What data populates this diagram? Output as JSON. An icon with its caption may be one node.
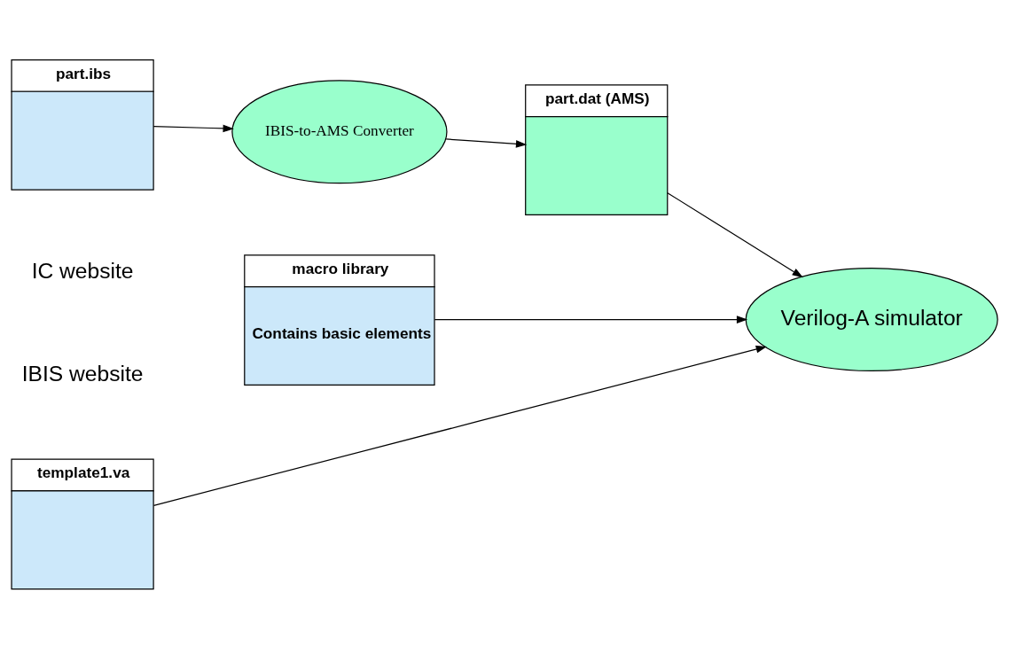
{
  "diagram": {
    "nodes": [
      {
        "text": [
          "part.ibs"
        ]
      },
      {
        "text": [
          "IBIS-to-AMS Converter"
        ]
      },
      {
        "text": [
          "part.dat (AMS)"
        ]
      },
      {
        "text": [
          "macro library",
          "Contains basic elements"
        ]
      },
      {
        "text": [
          "template1.va"
        ]
      },
      {
        "text": [
          "Verilog-A simulator"
        ]
      }
    ],
    "edges": [
      {
        "from": 0,
        "to": 1,
        "arrow": "to"
      },
      {
        "from": 1,
        "to": 2,
        "arrow": "to"
      },
      {
        "from": 2,
        "to": 5,
        "arrow": "to"
      },
      {
        "from": 3,
        "to": 5,
        "arrow": "to"
      },
      {
        "from": 4,
        "to": 5,
        "arrow": "to"
      }
    ],
    "labels": [
      "IC website",
      "IBIS website"
    ]
  }
}
